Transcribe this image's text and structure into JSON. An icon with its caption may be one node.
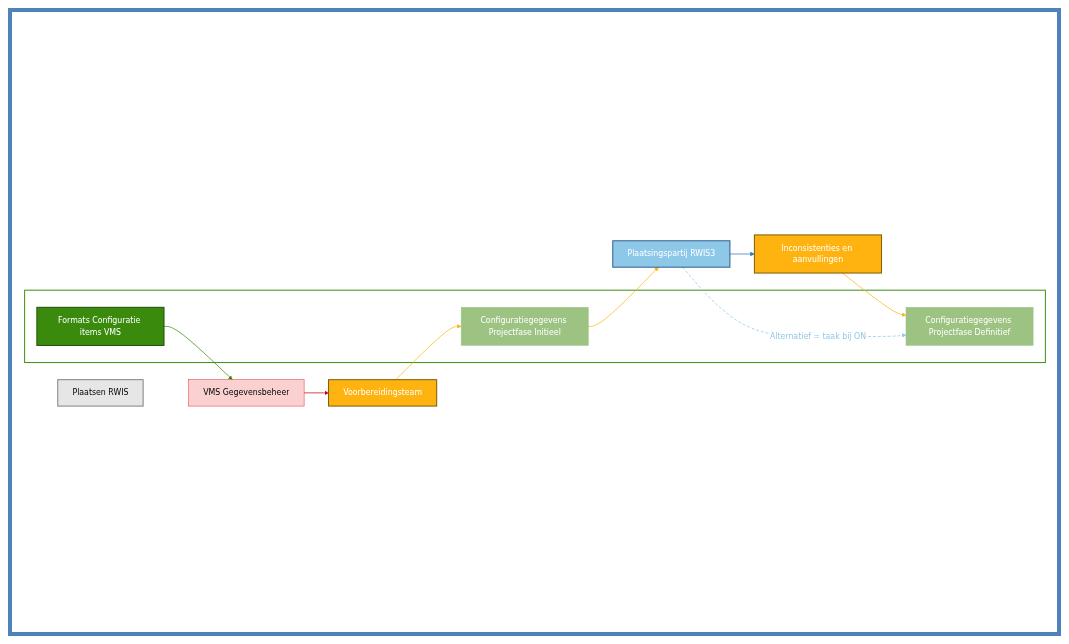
{
  "diagram": {
    "nodes": [
      {
        "text": [
          "Plaatsen RWIS"
        ]
      },
      {
        "text": [],
        "shape": "box"
      },
      {
        "text": [
          "Formats Configuratie items VMS"
        ],
        "in": 1
      },
      {
        "text": [
          "VMS Gegevensbeheer"
        ]
      },
      {
        "text": [
          "Voorbereidingsteam"
        ]
      },
      {
        "text": [
          "Configuratiegegevens Projectfase Initieel"
        ],
        "in": 1
      },
      {
        "text": [
          "Plaatsingspartij RWIS3"
        ]
      },
      {
        "text": [
          "Inconsistenties en aanvullingen"
        ]
      },
      {
        "text": [
          "Configuratiegegevens Projectfase Definitief"
        ],
        "in": 1
      }
    ],
    "edges": [
      {
        "from": 2,
        "to": 3,
        "arrow": "to",
        "color": "#3a8a0e"
      },
      {
        "from": 3,
        "to": 4,
        "arrow": "to",
        "color": "#c00000"
      },
      {
        "from": 4,
        "to": 5,
        "arrow": "to"
      },
      {
        "from": 5,
        "to": 6,
        "arrow": "to"
      },
      {
        "from": 6,
        "to": 7,
        "arrow": "to",
        "color": "#2e75b6"
      },
      {
        "from": 7,
        "to": 8,
        "arrow": "to"
      },
      {
        "from": 6,
        "to": 8,
        "arrow": "to",
        "label": "Alternatief = taak bij ON",
        "style": "dashed",
        "color": "#8ec8e8"
      }
    ]
  }
}
